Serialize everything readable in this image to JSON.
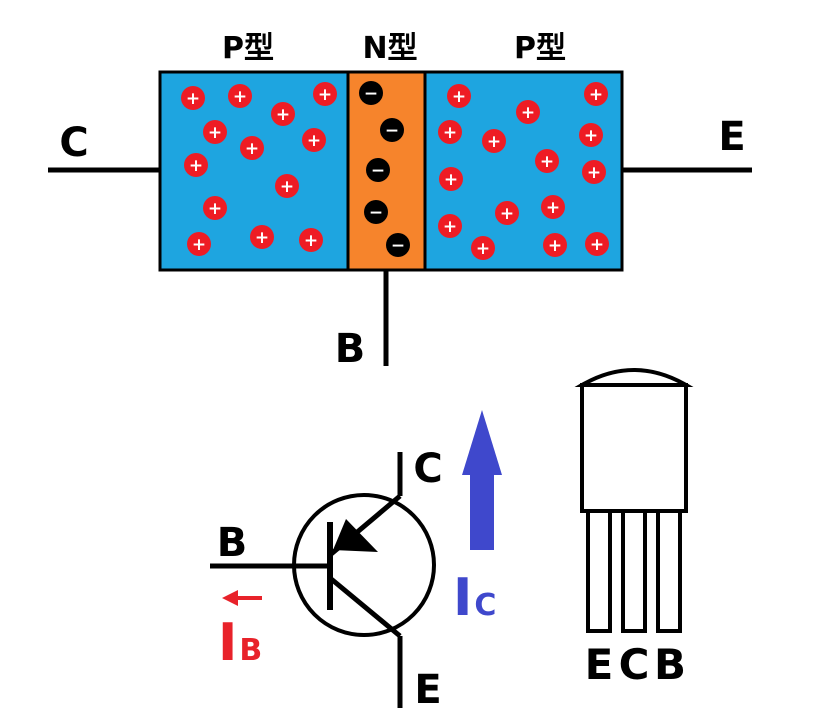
{
  "structure": {
    "regions": [
      {
        "label": "P型",
        "color": "#1ea5e0",
        "carriers": "holes"
      },
      {
        "label": "N型",
        "color": "#f6842c",
        "carriers": "electrons"
      },
      {
        "label": "P型",
        "color": "#1ea5e0",
        "carriers": "holes"
      }
    ],
    "terminals": {
      "left": "C",
      "right": "E",
      "bottom": "B"
    },
    "hole_sign": "+",
    "electron_sign": "−",
    "hole_color": "#ee1c24",
    "electron_color": "#000000"
  },
  "symbol": {
    "terminal_base": "B",
    "terminal_collector": "C",
    "terminal_emitter": "E",
    "base_current": {
      "main": "I",
      "sub": "B",
      "color": "#e8222a"
    },
    "collector_current": {
      "main": "I",
      "sub": "C",
      "color": "#3f48cc"
    }
  },
  "package": {
    "pin_labels": [
      "E",
      "C",
      "B"
    ]
  }
}
